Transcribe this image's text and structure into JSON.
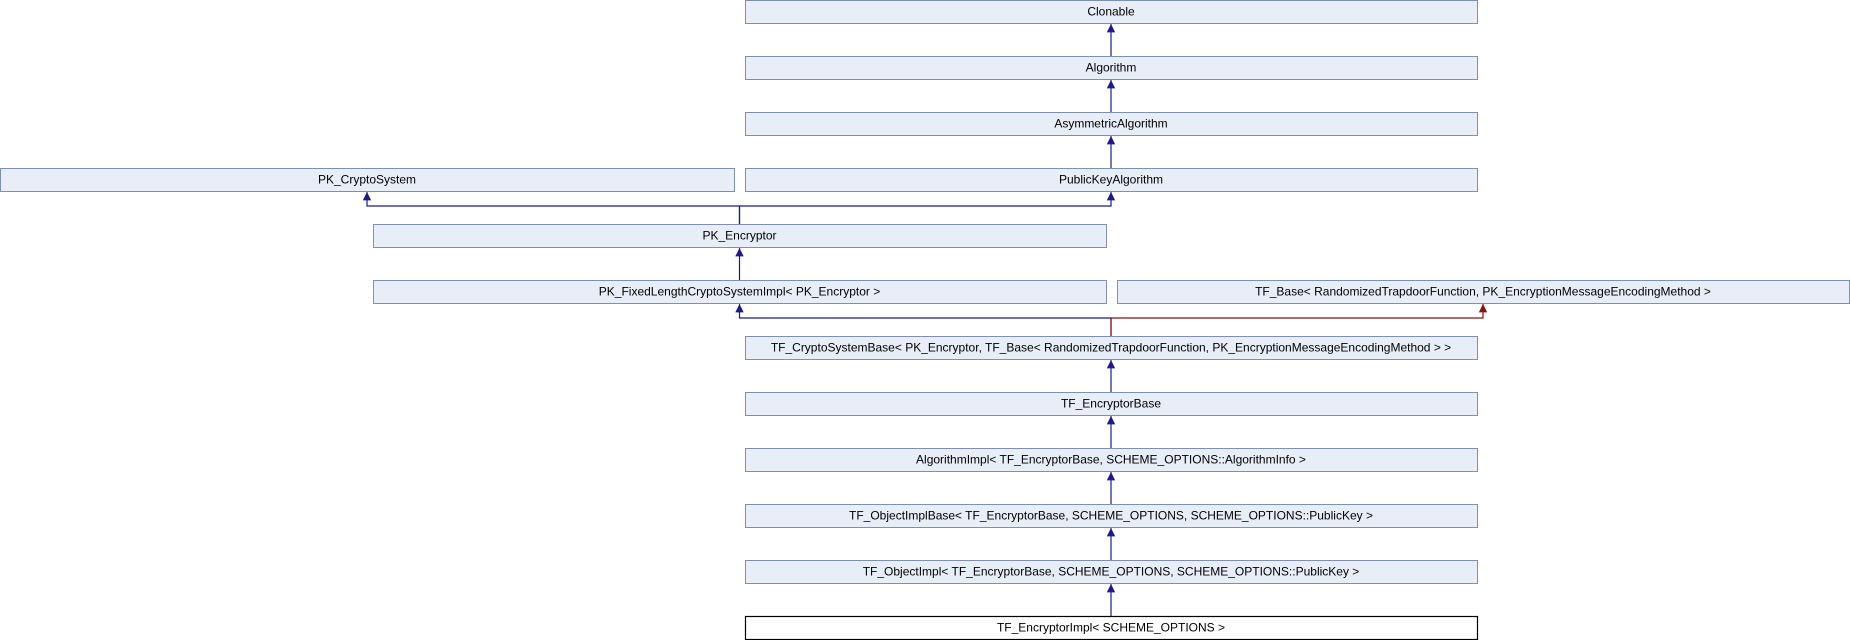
{
  "diagram": {
    "colors": {
      "node_fill": "#e8eef7",
      "node_border": "#7b8fb8",
      "current_border": "#000000",
      "edge_public": "#1a1a8c",
      "edge_protected": "#8b1010"
    },
    "nodes": [
      {
        "id": "clonable",
        "label": "Clonable"
      },
      {
        "id": "algorithm",
        "label": "Algorithm"
      },
      {
        "id": "asymmetric-algorithm",
        "label": "AsymmetricAlgorithm"
      },
      {
        "id": "pk-cryptosystem",
        "label": "PK_CryptoSystem"
      },
      {
        "id": "public-key-algorithm",
        "label": "PublicKeyAlgorithm"
      },
      {
        "id": "pk-encryptor",
        "label": "PK_Encryptor"
      },
      {
        "id": "pk-fixed-length",
        "label": "PK_FixedLengthCryptoSystemImpl< PK_Encryptor >"
      },
      {
        "id": "tf-base",
        "label": "TF_Base< RandomizedTrapdoorFunction, PK_EncryptionMessageEncodingMethod >"
      },
      {
        "id": "tf-cryptosystem-base",
        "label": "TF_CryptoSystemBase< PK_Encryptor, TF_Base< RandomizedTrapdoorFunction, PK_EncryptionMessageEncodingMethod > >"
      },
      {
        "id": "tf-encryptor-base",
        "label": "TF_EncryptorBase"
      },
      {
        "id": "algorithm-impl",
        "label": "AlgorithmImpl< TF_EncryptorBase, SCHEME_OPTIONS::AlgorithmInfo >"
      },
      {
        "id": "tf-object-impl-base",
        "label": "TF_ObjectImplBase< TF_EncryptorBase, SCHEME_OPTIONS, SCHEME_OPTIONS::PublicKey >"
      },
      {
        "id": "tf-object-impl",
        "label": "TF_ObjectImpl< TF_EncryptorBase, SCHEME_OPTIONS, SCHEME_OPTIONS::PublicKey >"
      },
      {
        "id": "tf-encryptor-impl",
        "label": "TF_EncryptorImpl< SCHEME_OPTIONS >",
        "current": true
      }
    ],
    "edges": [
      {
        "from": "algorithm",
        "to": "clonable",
        "kind": "public"
      },
      {
        "from": "asymmetric-algorithm",
        "to": "algorithm",
        "kind": "public"
      },
      {
        "from": "public-key-algorithm",
        "to": "asymmetric-algorithm",
        "kind": "public"
      },
      {
        "from": "pk-encryptor",
        "to": "pk-cryptosystem",
        "kind": "public"
      },
      {
        "from": "pk-encryptor",
        "to": "public-key-algorithm",
        "kind": "public"
      },
      {
        "from": "pk-fixed-length",
        "to": "pk-encryptor",
        "kind": "public"
      },
      {
        "from": "tf-cryptosystem-base",
        "to": "pk-fixed-length",
        "kind": "public"
      },
      {
        "from": "tf-cryptosystem-base",
        "to": "tf-base",
        "kind": "protected"
      },
      {
        "from": "tf-encryptor-base",
        "to": "tf-cryptosystem-base",
        "kind": "public"
      },
      {
        "from": "algorithm-impl",
        "to": "tf-encryptor-base",
        "kind": "public"
      },
      {
        "from": "tf-object-impl-base",
        "to": "algorithm-impl",
        "kind": "public"
      },
      {
        "from": "tf-object-impl",
        "to": "tf-object-impl-base",
        "kind": "public"
      },
      {
        "from": "tf-encryptor-impl",
        "to": "tf-object-impl",
        "kind": "public"
      }
    ]
  }
}
